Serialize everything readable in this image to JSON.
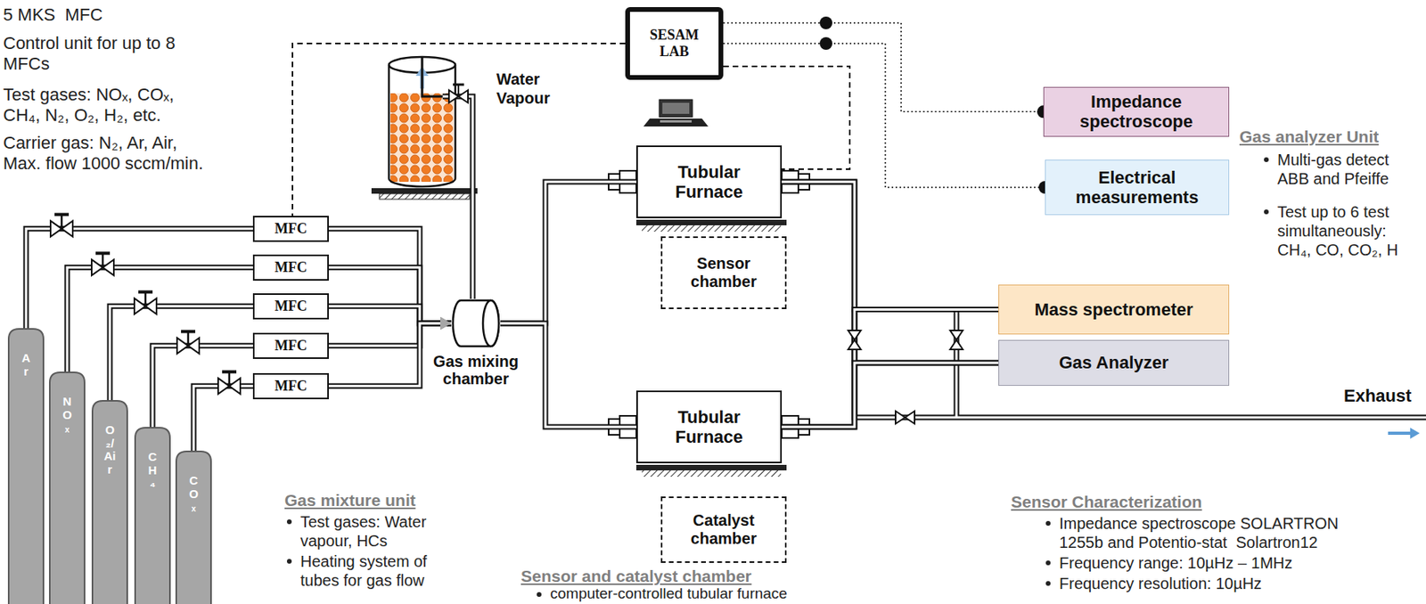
{
  "diagram": {
    "nodes": [
      {
        "text": [
          "Ar"
        ]
      },
      {
        "text": [
          "NOₓ"
        ]
      },
      {
        "text": [
          "O₂/Air"
        ]
      },
      {
        "text": [
          "CH₄"
        ]
      },
      {
        "text": [
          "COₓ"
        ]
      },
      {
        "text": [
          "MFC"
        ]
      },
      {
        "text": [
          "MFC"
        ]
      },
      {
        "text": [
          "MFC"
        ]
      },
      {
        "text": [
          "MFC"
        ]
      },
      {
        "text": [
          "MFC"
        ]
      },
      {
        "text": [
          "Gas mixing chamber"
        ]
      },
      {
        "text": [
          "SESAM LAB"
        ]
      },
      {
        "text": [
          "Tubular Furnace"
        ]
      },
      {
        "text": [
          "Sensor chamber"
        ]
      },
      {
        "text": [
          "Tubular Furnace"
        ]
      },
      {
        "text": [
          "Catalyst chamber"
        ]
      },
      {
        "text": [
          "Impedance spectroscope"
        ]
      },
      {
        "text": [
          "Electrical measurements"
        ]
      },
      {
        "text": [
          "Mass spectrometer"
        ]
      },
      {
        "text": [
          "Gas Analyzer"
        ]
      }
    ],
    "edges": [
      {
        "from": 0,
        "to": 5,
        "arrow": "none"
      },
      {
        "from": 1,
        "to": 6,
        "arrow": "none"
      },
      {
        "from": 2,
        "to": 7,
        "arrow": "none"
      },
      {
        "from": 3,
        "to": 8,
        "arrow": "none"
      },
      {
        "from": 4,
        "to": 9,
        "arrow": "none"
      },
      {
        "from": 5,
        "to": 10,
        "arrow": "to"
      },
      {
        "from": 6,
        "to": 10,
        "arrow": "to"
      },
      {
        "from": 7,
        "to": 10,
        "arrow": "to"
      },
      {
        "from": 8,
        "to": 10,
        "arrow": "to"
      },
      {
        "from": 9,
        "to": 10,
        "arrow": "to"
      },
      {
        "from": 10,
        "to": 12,
        "arrow": "none"
      },
      {
        "from": 10,
        "to": 14,
        "arrow": "none"
      },
      {
        "from": 12,
        "to": 18,
        "arrow": "none"
      },
      {
        "from": 12,
        "to": 19,
        "arrow": "none"
      },
      {
        "from": 14,
        "to": 18,
        "arrow": "none"
      },
      {
        "from": 14,
        "to": 19,
        "arrow": "none"
      },
      {
        "from": 11,
        "to": 5,
        "arrow": "none"
      },
      {
        "from": 11,
        "to": 12,
        "arrow": "none"
      },
      {
        "from": 11,
        "to": 16,
        "arrow": "none"
      },
      {
        "from": 11,
        "to": 17,
        "arrow": "none"
      }
    ],
    "labels": [
      "5 MKS  MFC",
      "Control unit for up to 8 MFCs",
      "Test gases: NOₓ, COₓ, CH₄, N₂, O₂, H₂, etc.",
      "Carrier gas: N₂, Ar, Air, Max. flow 1000 sccm/min.",
      "Water Vapour",
      "Gas analyzer Unit",
      "Multi-gas detect ABB and Pfeiffe",
      "Test up to 6 test simultaneously: CH₄, CO, CO₂, H",
      "Exhaust",
      "Gas mixture unit",
      "Test gases: Water vapour, HCs",
      "Heating system of tubes for gas flow",
      "Sensor and catalyst chamber",
      "computer-controlled tubular furnace",
      "Sensor Characterization",
      "Impedance spectroscope SOLARTRON 1255b and Potentio-stat  Solartron12",
      "Frequency range: 10µHz – 1MHz",
      "Frequency resolution: 10µHz"
    ]
  }
}
